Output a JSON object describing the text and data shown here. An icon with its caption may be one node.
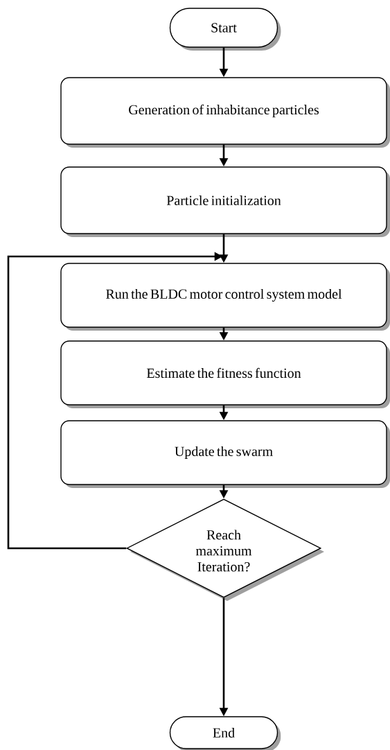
{
  "diagram": {
    "nodes": [
      {
        "text": [
          "Start"
        ]
      },
      {
        "text": [
          "Generation of inhabitance particles"
        ]
      },
      {
        "text": [
          "Particle initialization"
        ]
      },
      {
        "text": [
          "Run the BLDC motor control system model"
        ]
      },
      {
        "text": [
          "Estimate the fitness function"
        ]
      },
      {
        "text": [
          "Update the swarm"
        ]
      },
      {
        "text": [
          "Reach maximum Iteration?"
        ]
      },
      {
        "text": [
          "End"
        ]
      }
    ],
    "edges": [
      {
        "from": 0,
        "to": 1,
        "arrow": "to"
      },
      {
        "from": 1,
        "to": 2,
        "arrow": "to"
      },
      {
        "from": 2,
        "to": 3,
        "arrow": "to"
      },
      {
        "from": 3,
        "to": 4,
        "arrow": "to"
      },
      {
        "from": 4,
        "to": 5,
        "arrow": "to"
      },
      {
        "from": 5,
        "to": 6,
        "arrow": "to"
      },
      {
        "from": 6,
        "to": 3,
        "arrow": "to"
      },
      {
        "from": 6,
        "to": 7,
        "arrow": "to"
      }
    ]
  }
}
